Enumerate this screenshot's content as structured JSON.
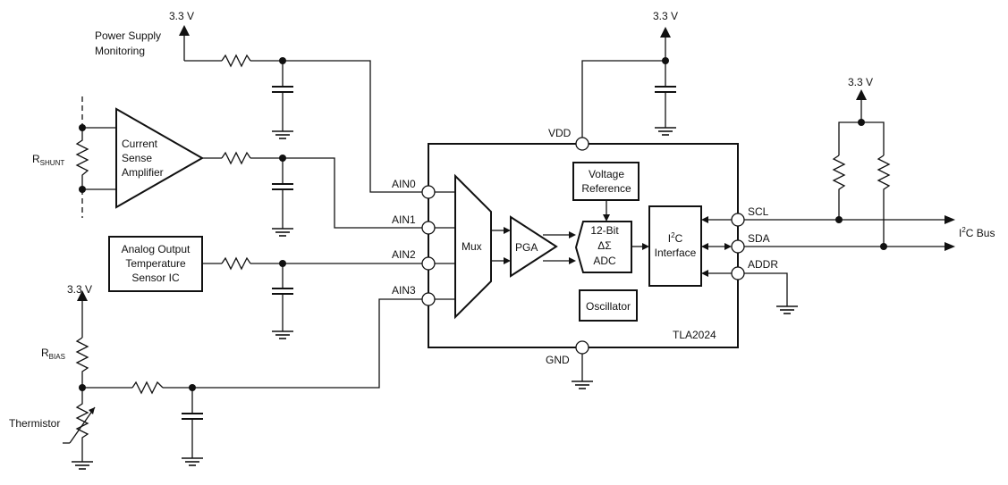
{
  "supplies": {
    "main_left": "3.3 V",
    "vdd": "3.3 V",
    "pullup": "3.3 V",
    "bias": "3.3 V"
  },
  "inputs": {
    "power_supply_line1": "Power Supply",
    "power_supply_line2": "Monitoring",
    "r_shunt_main": "R",
    "r_shunt_sub": "SHUNT",
    "csa_line1": "Current",
    "csa_line2": "Sense",
    "csa_line3": "Amplifier",
    "temp_ic_line1": "Analog Output",
    "temp_ic_line2": "Temperature",
    "temp_ic_line3": "Sensor IC",
    "r_bias_main": "R",
    "r_bias_sub": "BIAS",
    "thermistor": "Thermistor"
  },
  "chip": {
    "pin_ain0": "AIN0",
    "pin_ain1": "AIN1",
    "pin_ain2": "AIN2",
    "pin_ain3": "AIN3",
    "pin_vdd": "VDD",
    "pin_gnd": "GND",
    "pin_scl": "SCL",
    "pin_sda": "SDA",
    "pin_addr": "ADDR",
    "mux": "Mux",
    "pga": "PGA",
    "adc_line1": "12-Bit",
    "adc_line2": "ΔΣ",
    "adc_line3": "ADC",
    "vref_line1": "Voltage",
    "vref_line2": "Reference",
    "i2c_main": "I",
    "i2c_sup": "2",
    "i2c_rest": "C",
    "i2c_line2": "Interface",
    "oscillator": "Oscillator",
    "part_number": "TLA2024"
  },
  "bus": {
    "main": "I",
    "sup": "2",
    "rest": "C Bus"
  }
}
